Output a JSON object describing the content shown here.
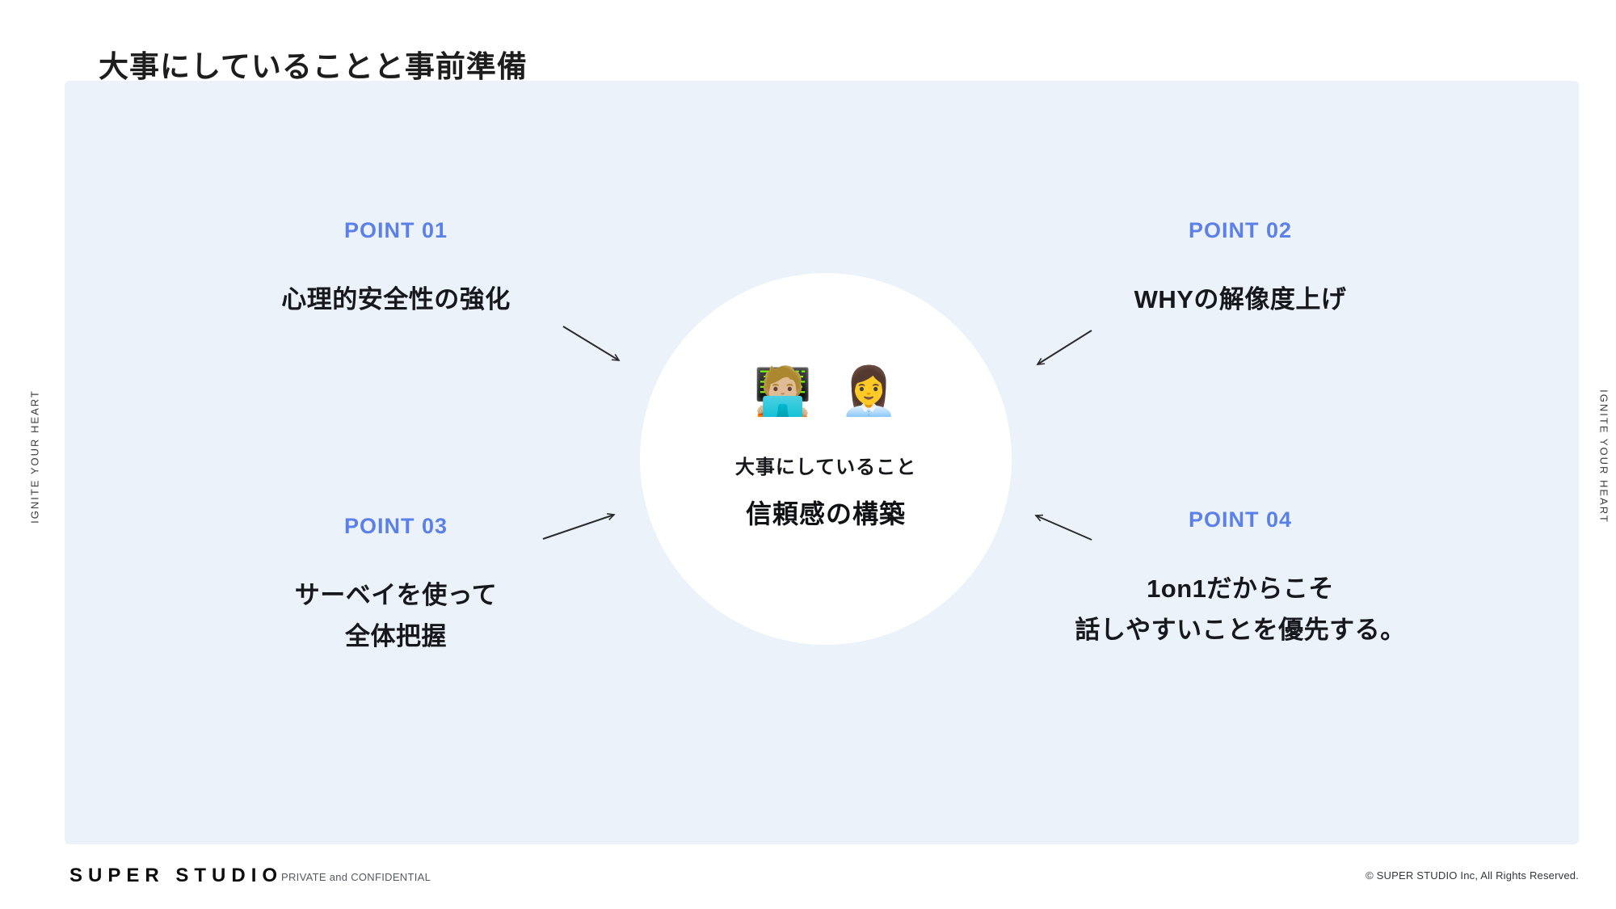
{
  "slide": {
    "title": "大事にしていることと事前準備",
    "side_text_left": "IGNITE YOUR HEART",
    "side_text_right": "IGNITE YOUR HEART",
    "center": {
      "emoji_person_laptop": "🧑🏼‍💻",
      "emoji_woman_office": "👩‍💼",
      "label": "大事にしていること",
      "value": "信頼感の構築"
    },
    "points": [
      {
        "label": "POINT 01",
        "text": "心理的安全性の強化"
      },
      {
        "label": "POINT 02",
        "text": "WHYの解像度上げ"
      },
      {
        "label": "POINT 03",
        "text": "サーベイを使って\n全体把握"
      },
      {
        "label": "POINT 04",
        "text": "1on1だからこそ\n話しやすいことを優先する。"
      }
    ],
    "footer": {
      "logo": "SUPER STUDIO",
      "confidential": "PRIVATE and CONFIDENTIAL",
      "copyright": "© SUPER STUDIO Inc, All Rights Reserved."
    },
    "colors": {
      "accent": "#5b80e8",
      "panel": "#ecf2fa",
      "text": "#1d1f24"
    }
  }
}
